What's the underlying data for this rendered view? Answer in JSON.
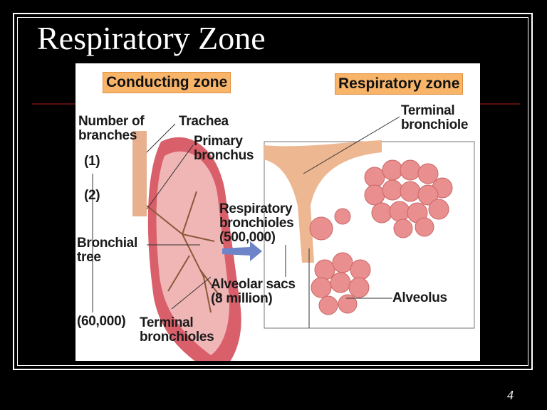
{
  "slide": {
    "title": "Respiratory Zone",
    "page_number": "4"
  },
  "figure": {
    "conducting_zone": "Conducting zone",
    "respiratory_zone": "Respiratory zone",
    "number_of_branches": "Number of\nbranches",
    "count_1": "(1)",
    "count_2": "(2)",
    "bronchial_tree": "Bronchial\ntree",
    "count_60000": "(60,000)",
    "trachea": "Trachea",
    "primary_bronchus": "Primary\nbronchus",
    "terminal_bronchioles": "Terminal\nbronchioles",
    "respiratory_bronchioles": "Respiratory\nbronchioles\n(500,000)",
    "alveolar_sacs": "Alveolar sacs\n(8 million)",
    "terminal_bronchiole": "Terminal\nbronchiole",
    "alveolus": "Alveolus"
  }
}
